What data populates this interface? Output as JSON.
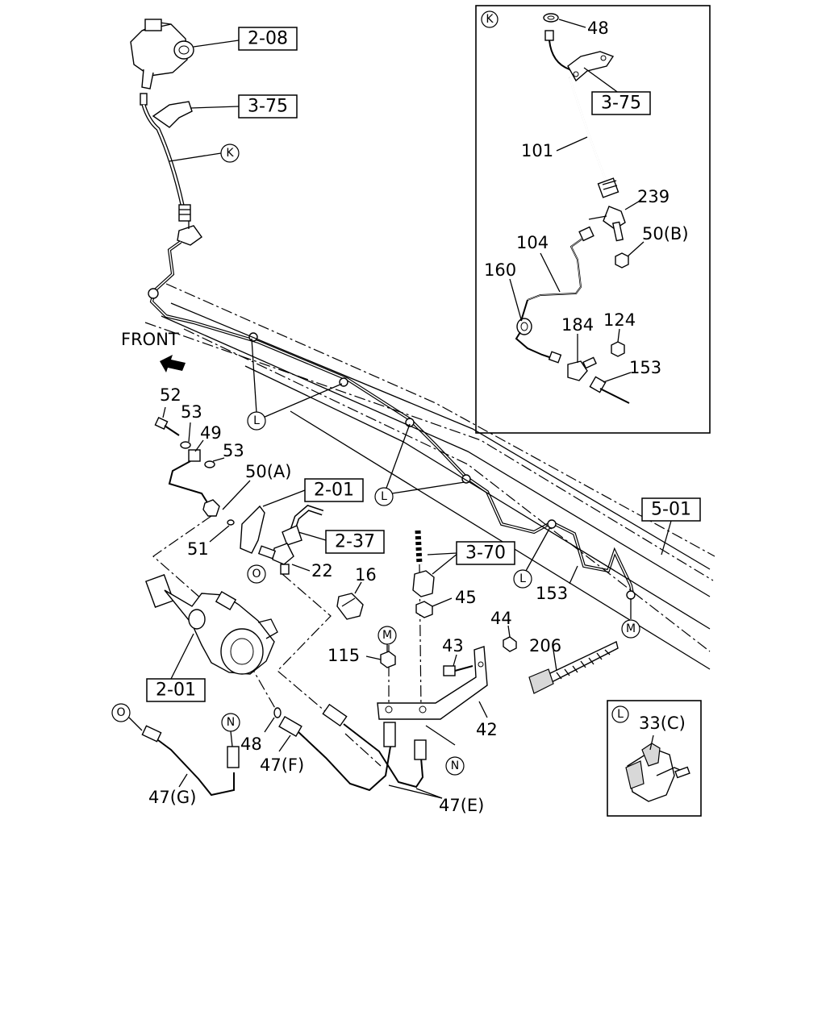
{
  "front_label": "FRONT",
  "callouts": {
    "n48_top": "48",
    "n101": "101",
    "n239": "239",
    "n104": "104",
    "n50b": "50(B)",
    "n160": "160",
    "n124": "124",
    "n184": "184",
    "n153_inset": "153",
    "n52": "52",
    "n53a": "53",
    "n49": "49",
    "n53b": "53",
    "n50a": "50(A)",
    "n51": "51",
    "n22": "22",
    "n16": "16",
    "n45": "45",
    "n44": "44",
    "n43": "43",
    "n115": "115",
    "n206": "206",
    "n153_main": "153",
    "n42": "42",
    "n48_bottom": "48",
    "n47g": "47(G)",
    "n47f": "47(F)",
    "n47e": "47(E)",
    "n33c": "33(C)"
  },
  "boxed_refs": {
    "r208": "2-08",
    "r375_main": "3-75",
    "r375_inset": "3-75",
    "r201_top": "2-01",
    "r237": "2-37",
    "r370": "3-70",
    "r501": "5-01",
    "r201_bottom": "2-01"
  },
  "circled_letters": {
    "k_main": "K",
    "k_inset": "K",
    "l_a": "L",
    "l_b": "L",
    "l_c": "L",
    "l_inset": "L",
    "o_a": "O",
    "o_b": "O",
    "m_a": "M",
    "m_b": "M",
    "n_a": "N",
    "n_b": "N"
  }
}
